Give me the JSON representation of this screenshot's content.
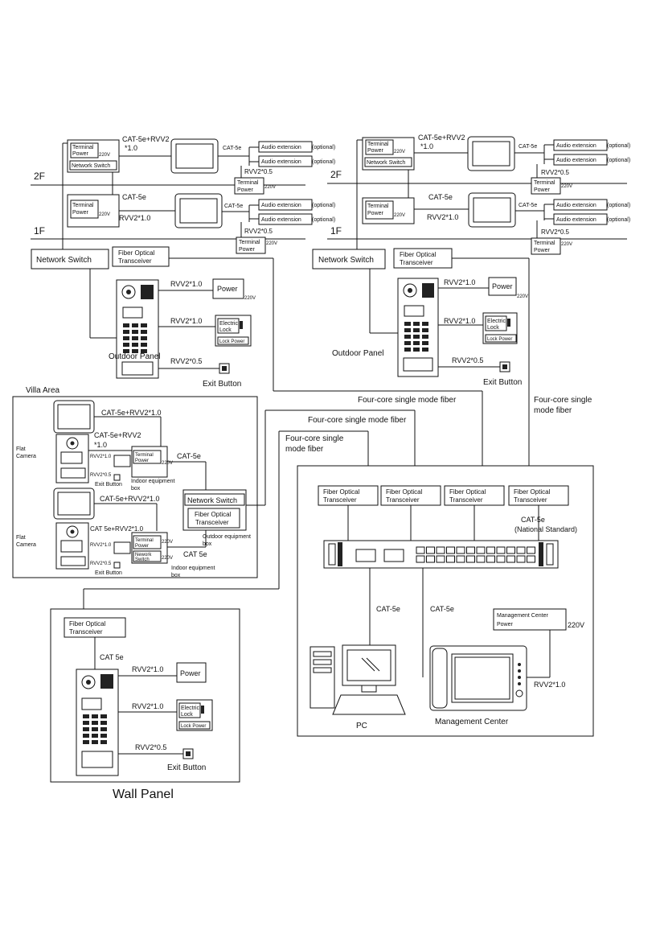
{
  "floors": {
    "f2": "2F",
    "f1": "1F"
  },
  "cables": {
    "cat5e_rvv2": "CAT-5e+RVV2",
    "rvv2_10_cont": "*1.0",
    "cat5e": "CAT-5e",
    "rvv2_05": "RVV2*0.5",
    "rvv2_10": "RVV2*1.0",
    "cat5e_rvv2_10": "CAT-5e+RVV2*1.0",
    "cat5e_sp": "CAT 5e",
    "cat5e_rvv2_10_nospace": "CAT 5e+RVV2*1.0",
    "cat5e_national": "CAT-5e",
    "national_standard": "(National Standard)"
  },
  "labels": {
    "terminal_power": "Terminal Power",
    "terminal": "Terminal",
    "power": "Power",
    "v220": "220V",
    "network_switch": "Network Switch",
    "audio_extension": "Audio extension",
    "optional": "(optional)",
    "fiber_optical": "Fiber Optical",
    "transceiver": "Transceiver",
    "outdoor_panel": "Outdoor Panel",
    "electric": "Electric",
    "lock": "Lock",
    "lock_power": "Lock Power",
    "exit_button": "Exit Button",
    "villa_area": "Villa Area",
    "flat": "Flat",
    "camera": "Camera",
    "indoor_equipment": "Indoor equipment",
    "box": "box",
    "outdoor_equipment": "Outdoor equipment",
    "network": "Nework",
    "switch": "Switch",
    "four_core_fiber": "Four-core single mode fiber",
    "four_core_single": "Four-core single",
    "mode_fiber": "mode fiber",
    "management_center_power": "Management Center",
    "management_center": "Management Center",
    "pc": "PC",
    "wall_panel": "Wall Panel"
  }
}
